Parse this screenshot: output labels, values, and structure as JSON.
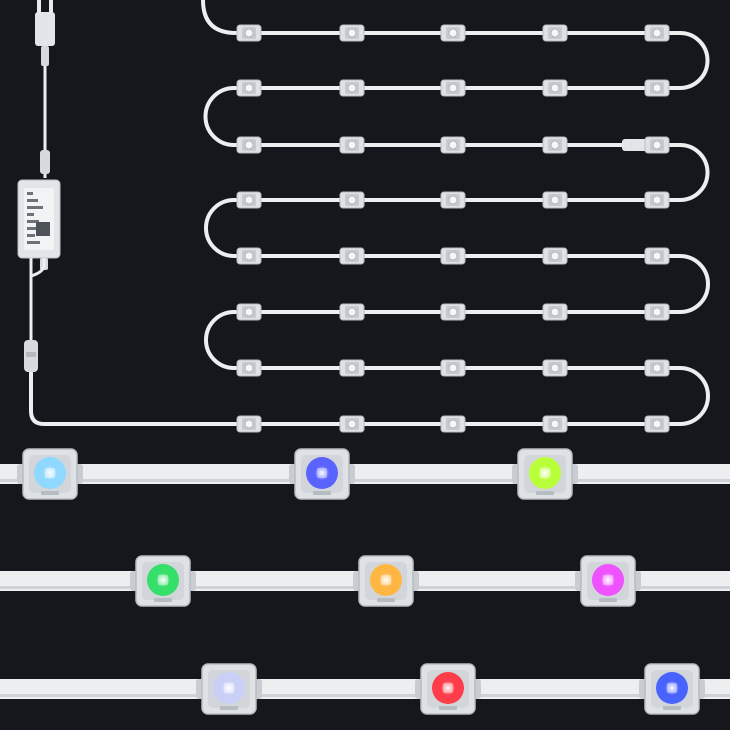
{
  "scene": {
    "background": "#15171c",
    "cable_color": "#eceef0",
    "module_body_color": "#dfe2e5",
    "module_shadow_color": "#b7bcc2",
    "adapter_color": "#e3e5e8"
  },
  "close_up_modules": [
    {
      "row": 1,
      "led_color": "#8fd8ff"
    },
    {
      "row": 1,
      "led_color": "#5a63ff"
    },
    {
      "row": 1,
      "led_color": "#b8ff3a"
    },
    {
      "row": 2,
      "led_color": "#35e06a"
    },
    {
      "row": 2,
      "led_color": "#ffb642"
    },
    {
      "row": 2,
      "led_color": "#ef52ff"
    },
    {
      "row": 3,
      "led_color": "#c9cff6"
    },
    {
      "row": 3,
      "led_color": "#ff3d4a"
    },
    {
      "row": 3,
      "led_color": "#4a63ff"
    }
  ]
}
